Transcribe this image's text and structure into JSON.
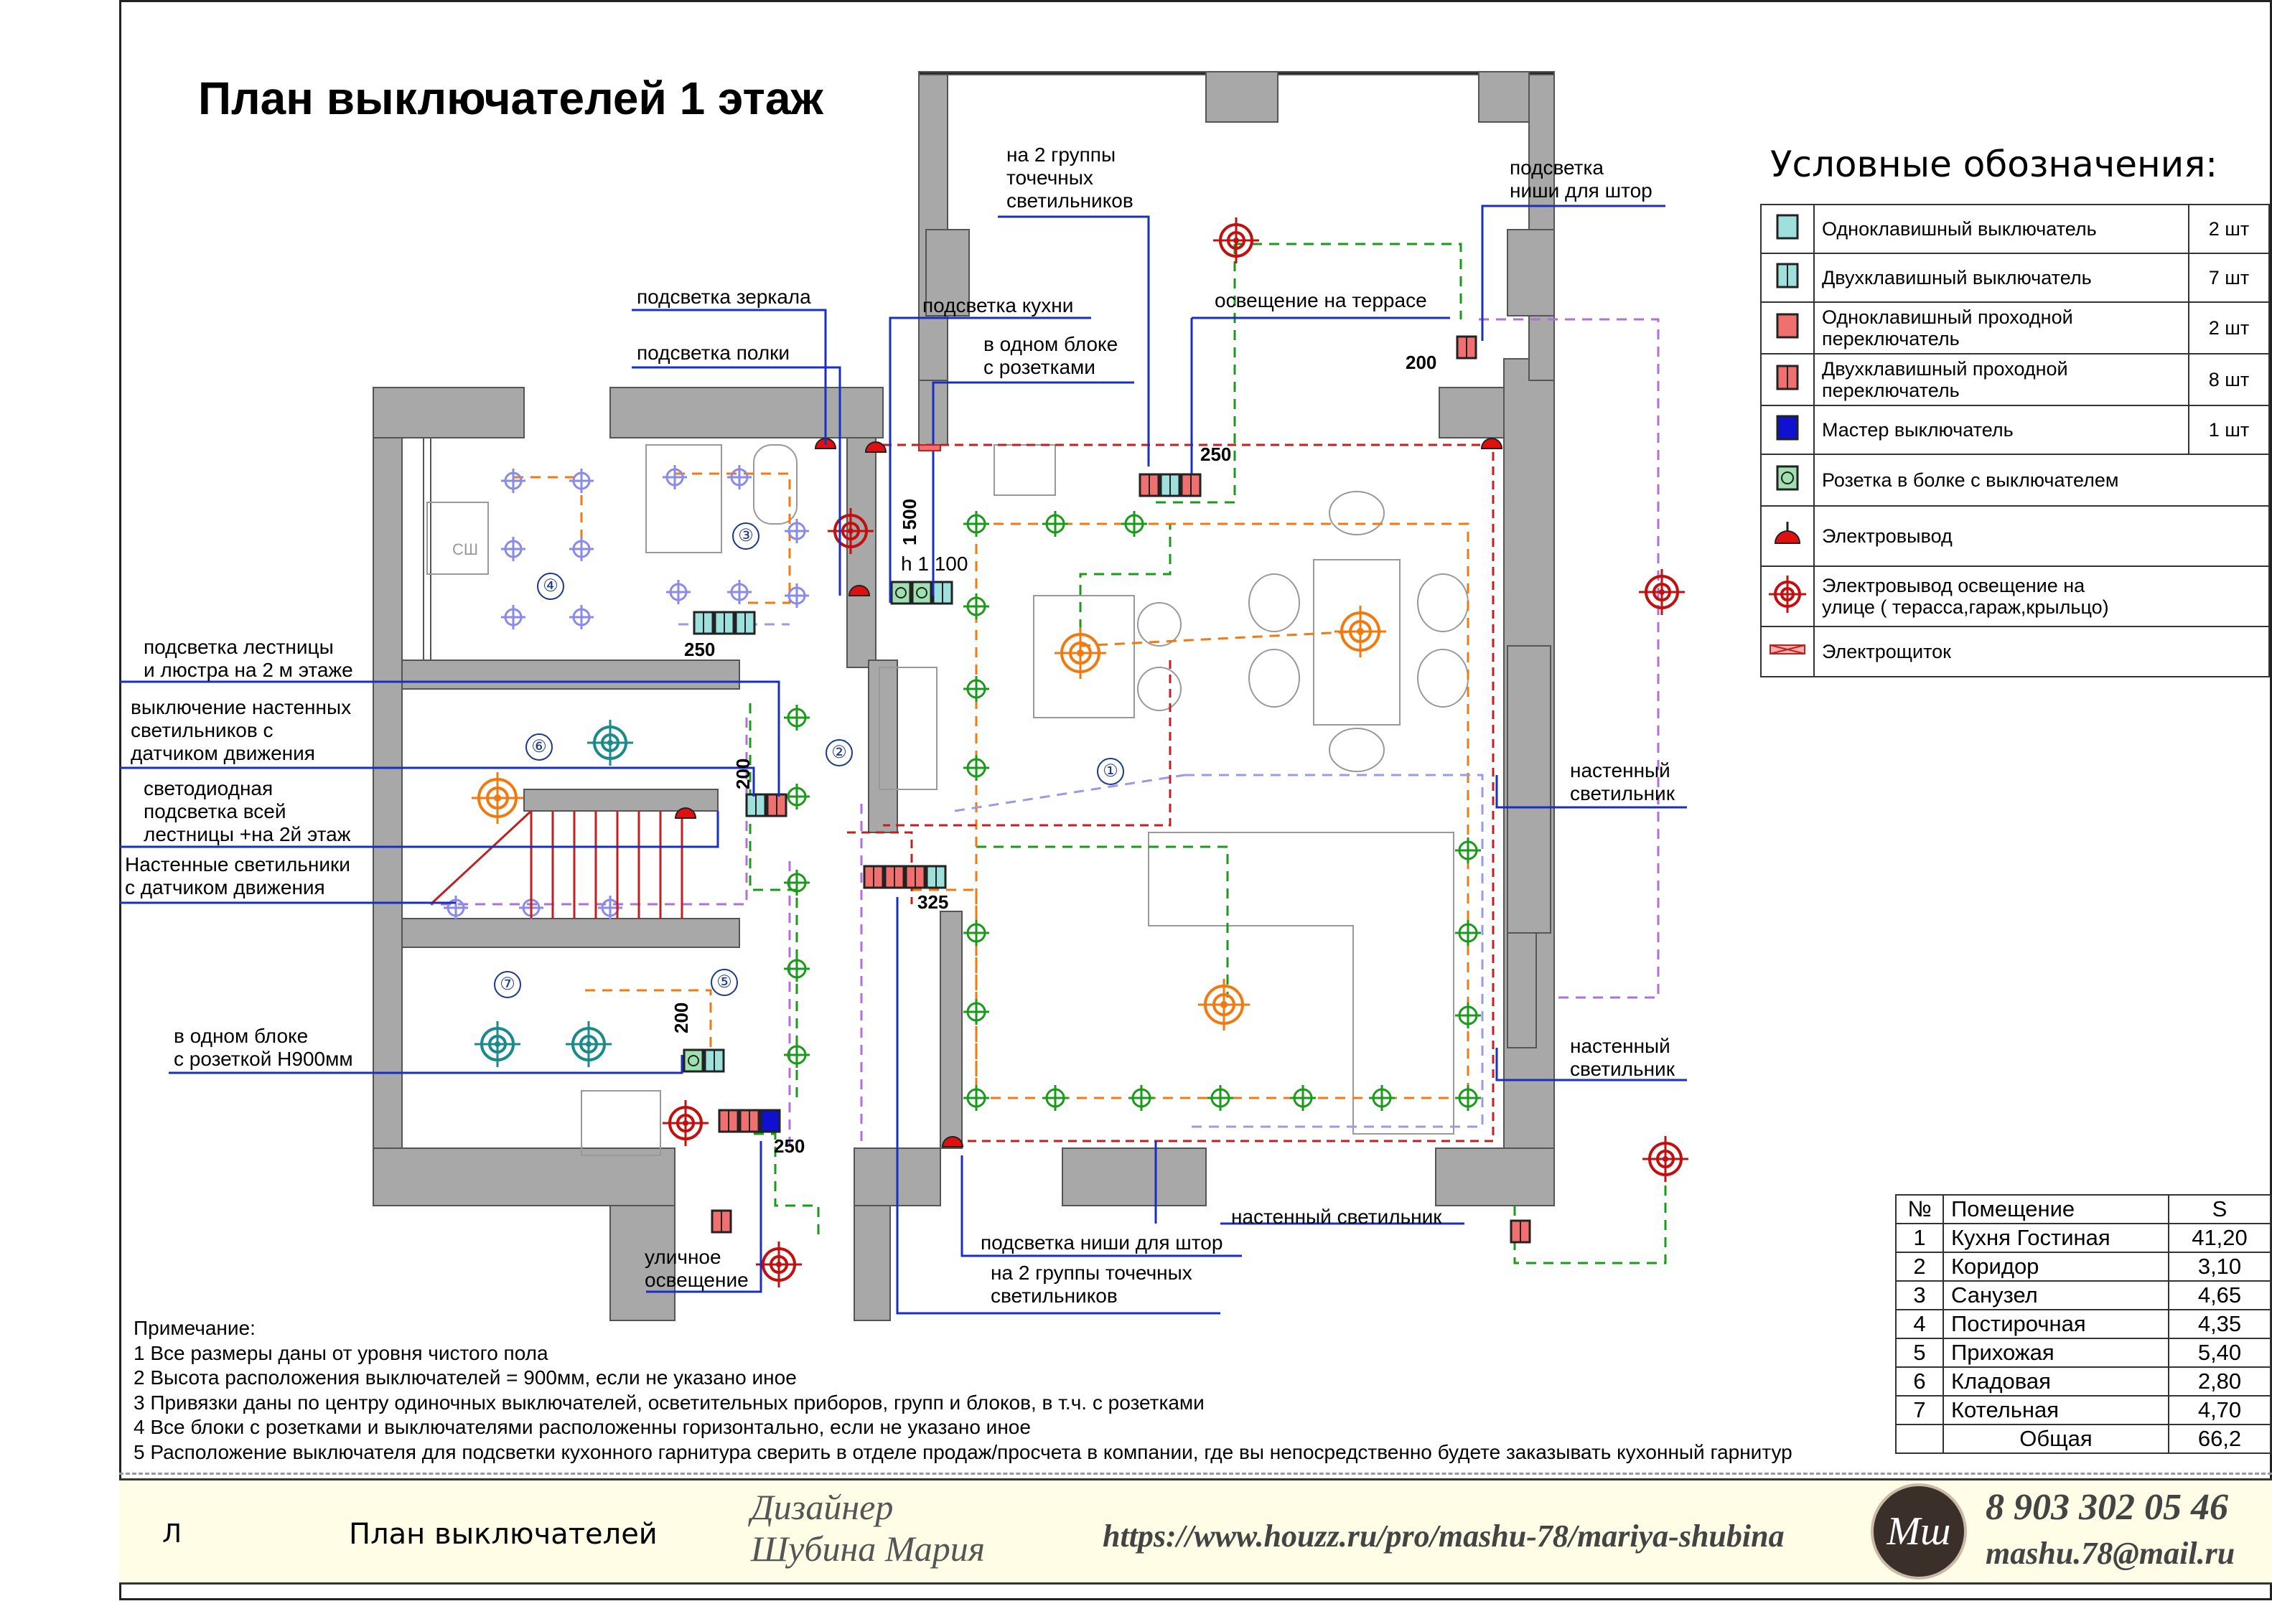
{
  "title": "План выключателей  1 этаж",
  "callouts": {
    "two_groups_top": "на 2 группы\nточечных\nсветильников",
    "curtain_niche_top": "подсветка\nниши для штор",
    "mirror": "подсветка зеркала",
    "kitchen": "подсветка кухни",
    "terrace": "освещение на террасе",
    "shelf": "подсветка полки",
    "one_block_sockets": "в одном блоке\nс розетками",
    "stair_chandelier": "подсветка лестницы\nи люстра на 2 м этаже",
    "wall_motion_off": "выключение настенных\nсветильников с\nдатчиком движения",
    "led_stairs": "светодиодная\nподсветка всей\nлестницы +на 2й этаж",
    "wall_motion": "Настенные светильники\nс датчиком движения",
    "wall_light_1": "настенный\nсветильник",
    "wall_light_2": "настенный\nсветильник",
    "one_block_socket_h900": "в одном блоке\nс розеткой Н900мм",
    "wall_light_bottom": "настенный светильник",
    "curtain_niche_bottom": "подсветка ниши для штор",
    "two_groups_bottom": "на 2 группы точечных\nсветильников",
    "street": "уличное\nосвещение"
  },
  "dimensions": {
    "d200_top": "200",
    "d250_kitchen": "250",
    "d1500": "1 500",
    "h1100": "h 1 100",
    "d250_bath": "250",
    "d200_corridor": "200",
    "d325": "325",
    "d200_hall": "200",
    "d250_entry": "250",
    "sh": "СШ"
  },
  "room_numbers": [
    "①",
    "②",
    "③",
    "④",
    "⑤",
    "⑥",
    "⑦"
  ],
  "legend": {
    "title": "Условные обозначения:",
    "rows": [
      {
        "icon": "single-switch-icon",
        "label": "Одноклавишный выключатель",
        "count": "2 шт"
      },
      {
        "icon": "double-switch-icon",
        "label": "Двухклавишный выключатель",
        "count": "7 шт"
      },
      {
        "icon": "single-pass-switch-icon",
        "label": "Одноклавишный проходной\nпереключатель",
        "count": "2 шт"
      },
      {
        "icon": "double-pass-switch-icon",
        "label": "Двухклавишный проходной\nпереключатель",
        "count": "8 шт"
      },
      {
        "icon": "master-switch-icon",
        "label": "Мастер выключатель",
        "count": "1 шт"
      },
      {
        "icon": "socket-switch-icon",
        "label": "Розетка в болке с выключателем",
        "count": ""
      },
      {
        "icon": "power-outlet-icon",
        "label": "Электровывод",
        "count": ""
      },
      {
        "icon": "outdoor-light-outlet-icon",
        "label": "Электровывод освещение на\nулице ( терасса,гараж,крыльцо)",
        "count": ""
      },
      {
        "icon": "electrical-panel-icon",
        "label": "Электрощиток",
        "count": ""
      }
    ]
  },
  "rooms_table": {
    "headers": {
      "num": "№",
      "name": "Помещение",
      "area": "S"
    },
    "rows": [
      {
        "num": "1",
        "name": "Кухня Гостиная",
        "area": "41,20"
      },
      {
        "num": "2",
        "name": "Коридор",
        "area": "3,10"
      },
      {
        "num": "3",
        "name": "Санузел",
        "area": "4,65"
      },
      {
        "num": "4",
        "name": "Постирочная",
        "area": "4,35"
      },
      {
        "num": "5",
        "name": "Прихожая",
        "area": "5,40"
      },
      {
        "num": "6",
        "name": "Кладовая",
        "area": "2,80"
      },
      {
        "num": "7",
        "name": "Котельная",
        "area": "4,70"
      }
    ],
    "total_label": "Общая",
    "total_area": "66,2"
  },
  "notes": "Примечание:\n1 Все размеры даны от уровня чистого пола\n2 Высота расположения выключателей = 900мм, если не указано иное\n3 Привязки даны по центру одиночных выключателей, осветительных приборов, групп и блоков, в т.ч. с розетками\n4 Все блоки с розетками и выключателями расположенны горизонтально, если не указано иное\n5 Расположение выключателя для подсветки кухонного гарнитура сверить в отделе продаж/просчета в компании, где вы непосредственно будете заказывать кухонный гарнитур",
  "footer": {
    "sheet": "Л",
    "sheet_name": "План выключателей",
    "designer": "Дизайнер\nШубина Мария",
    "url": "https://www.houzz.ru/pro/mashu-78/mariya-shubina",
    "logo_text": "Мш",
    "phone": "8 903 302 05 46",
    "email": "mashu.78@mail.ru"
  },
  "colors": {
    "wall": "#a8a8a8",
    "callout_line": "#1a2fbf",
    "wiring_green": "#1a9a1a",
    "wiring_orange": "#f07a10",
    "wiring_purple": "#b070d8",
    "wiring_lavender": "#9a9ae8",
    "wiring_red": "#c02020",
    "spot_green": "#1a9a1a",
    "spot_purple": "#8a8ae8",
    "switch_red": "#f07070",
    "switch_cyan": "#9ee0dc",
    "master_blue": "#1010d0",
    "outlet_red": "#e01010"
  }
}
